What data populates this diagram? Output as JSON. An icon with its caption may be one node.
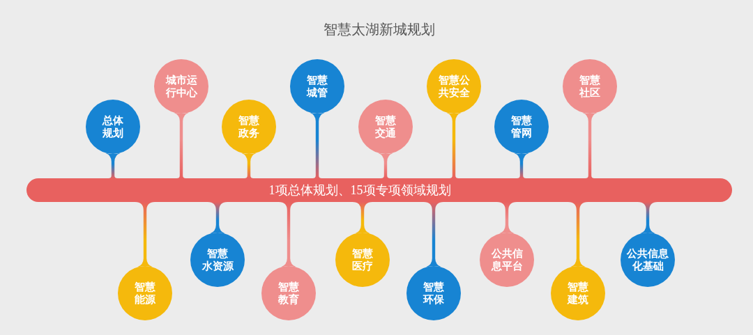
{
  "diagram": {
    "title": "智慧太湖新城规划",
    "nodes": [
      {
        "text": [
          "总体规划"
        ]
      },
      {
        "text": [
          "城市运行中心"
        ]
      },
      {
        "text": [
          "智慧政务"
        ]
      },
      {
        "text": [
          "智慧城管"
        ]
      },
      {
        "text": [
          "智慧交通"
        ]
      },
      {
        "text": [
          "智慧公共安全"
        ]
      },
      {
        "text": [
          "智慧管网"
        ]
      },
      {
        "text": [
          "智慧社区"
        ]
      },
      {
        "text": [
          "1项总体规划、15项专项领域规划"
        ]
      },
      {
        "text": [
          "智慧能源"
        ]
      },
      {
        "text": [
          "智慧水资源"
        ]
      },
      {
        "text": [
          "智慧教育"
        ]
      },
      {
        "text": [
          "智慧医疗"
        ]
      },
      {
        "text": [
          "智慧环保"
        ]
      },
      {
        "text": [
          "公共信息平台"
        ]
      },
      {
        "text": [
          "智慧建筑"
        ]
      },
      {
        "text": [
          "公共信息化基础"
        ]
      }
    ],
    "edges": [
      {
        "from": 8,
        "to": 0,
        "arrow": "none"
      },
      {
        "from": 8,
        "to": 1,
        "arrow": "none"
      },
      {
        "from": 8,
        "to": 2,
        "arrow": "none"
      },
      {
        "from": 8,
        "to": 3,
        "arrow": "none"
      },
      {
        "from": 8,
        "to": 4,
        "arrow": "none"
      },
      {
        "from": 8,
        "to": 5,
        "arrow": "none"
      },
      {
        "from": 8,
        "to": 6,
        "arrow": "none"
      },
      {
        "from": 8,
        "to": 7,
        "arrow": "none"
      },
      {
        "from": 8,
        "to": 9,
        "arrow": "none"
      },
      {
        "from": 8,
        "to": 10,
        "arrow": "none"
      },
      {
        "from": 8,
        "to": 11,
        "arrow": "none"
      },
      {
        "from": 8,
        "to": 12,
        "arrow": "none"
      },
      {
        "from": 8,
        "to": 13,
        "arrow": "none"
      },
      {
        "from": 8,
        "to": 14,
        "arrow": "none"
      },
      {
        "from": 8,
        "to": 15,
        "arrow": "none"
      },
      {
        "from": 8,
        "to": 16,
        "arrow": "none"
      }
    ]
  }
}
